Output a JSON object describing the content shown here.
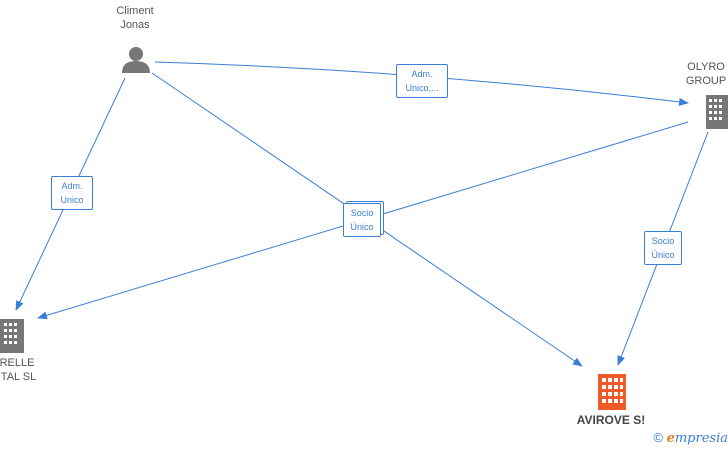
{
  "nodes": {
    "person": {
      "label": "Climent\nJonas",
      "icon": "person-icon",
      "color": "#777777"
    },
    "olyro": {
      "label": "OLYRO\nGROUP",
      "icon": "building-icon",
      "color": "#777777"
    },
    "relle": {
      "label": "RELLE\nITAL  SL",
      "icon": "building-icon",
      "color": "#777777"
    },
    "avirove": {
      "label": "AVIROVE  S!",
      "icon": "building-icon",
      "color": "#f05a28"
    }
  },
  "edges": {
    "person_to_olyro": "Adm.\nUnico,...",
    "person_to_relle": "Adm.\nUnico",
    "socio_center": "Socio\nÚnico",
    "olyro_to_avirove": "Socio\nÚnico"
  },
  "edge_color": "#3a7fd5",
  "footer": {
    "copyright": "©",
    "brand_initial": "e",
    "brand_rest": "mpresia"
  }
}
